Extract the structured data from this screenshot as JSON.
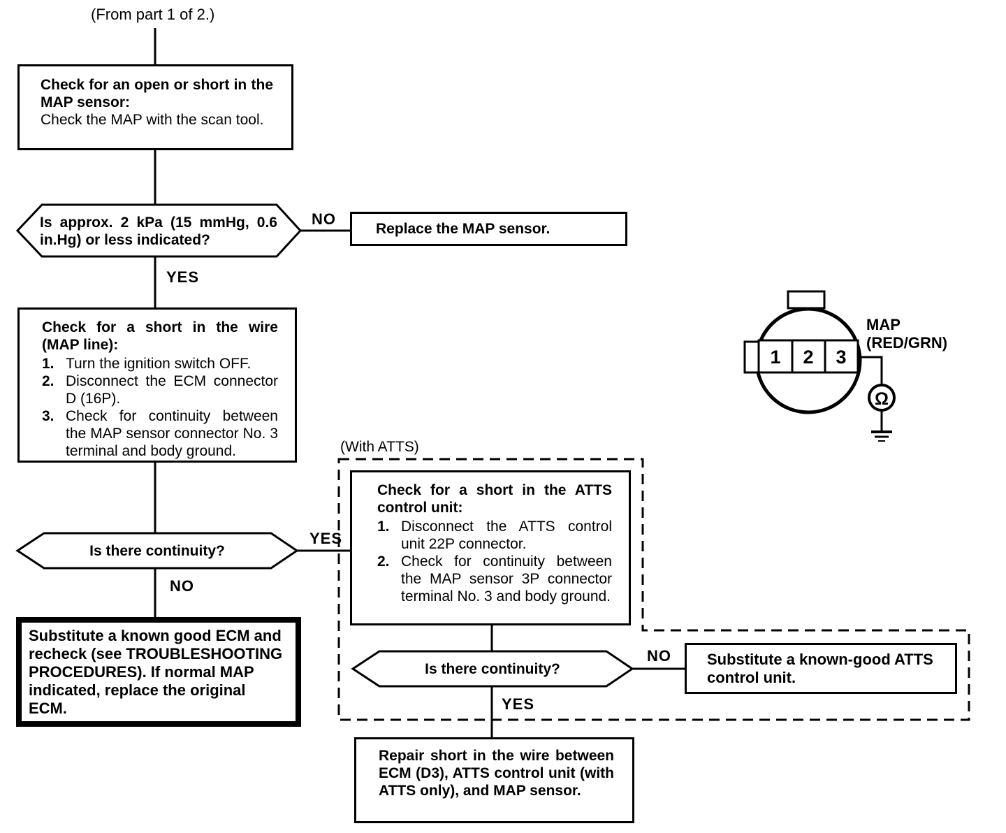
{
  "page": {
    "from_label": "(From part 1 of 2.)",
    "with_atts_label": "(With ATTS)"
  },
  "colors": {
    "ink": "#000000",
    "paper": "#ffffff"
  },
  "boxes": {
    "check_map": {
      "title": "Check for an open or short in the MAP sensor:",
      "body": "Check the MAP with the scan tool."
    },
    "replace_map": {
      "text": "Replace the MAP sensor."
    },
    "check_wire": {
      "title": "Check for a short in the wire (MAP line):",
      "items": [
        {
          "num": "1.",
          "text": "Turn the ignition switch OFF."
        },
        {
          "num": "2.",
          "text": "Disconnect the ECM connector D (16P)."
        },
        {
          "num": "3.",
          "text": "Check for continuity between the MAP sensor connector No. 3 terminal and body ground."
        }
      ]
    },
    "substitute_ecm": {
      "text": "Substitute a known good ECM and recheck (see TROUBLESHOOTING PROCEDURES). If normal MAP indicated, replace the original ECM."
    },
    "check_atts": {
      "title": "Check for a short in the ATTS control unit:",
      "items": [
        {
          "num": "1.",
          "text": "Disconnect the ATTS control unit 22P connector."
        },
        {
          "num": "2.",
          "text": "Check for continuity between the MAP sensor 3P connector terminal No. 3 and body ground."
        }
      ]
    },
    "substitute_atts": {
      "text": "Substitute a known-good ATTS control unit."
    },
    "repair_short": {
      "text": "Repair short in the wire between ECM (D3), ATTS control unit (with ATTS only), and MAP sensor."
    }
  },
  "decisions": {
    "kpa": {
      "text": "Is approx. 2 kPa (15 mmHg, 0.6 in.Hg) or less indicated?"
    },
    "continuity1": {
      "text": "Is there continuity?"
    },
    "continuity2": {
      "text": "Is there continuity?"
    }
  },
  "flow_labels": {
    "no1": "NO",
    "yes1": "YES",
    "yes2": "YES",
    "no2": "NO",
    "no3": "NO",
    "yes3": "YES"
  },
  "connector": {
    "name": "MAP",
    "wire_color": "(RED/GRN)",
    "pins": [
      "1",
      "2",
      "3"
    ],
    "meter_symbol": "Ω"
  }
}
